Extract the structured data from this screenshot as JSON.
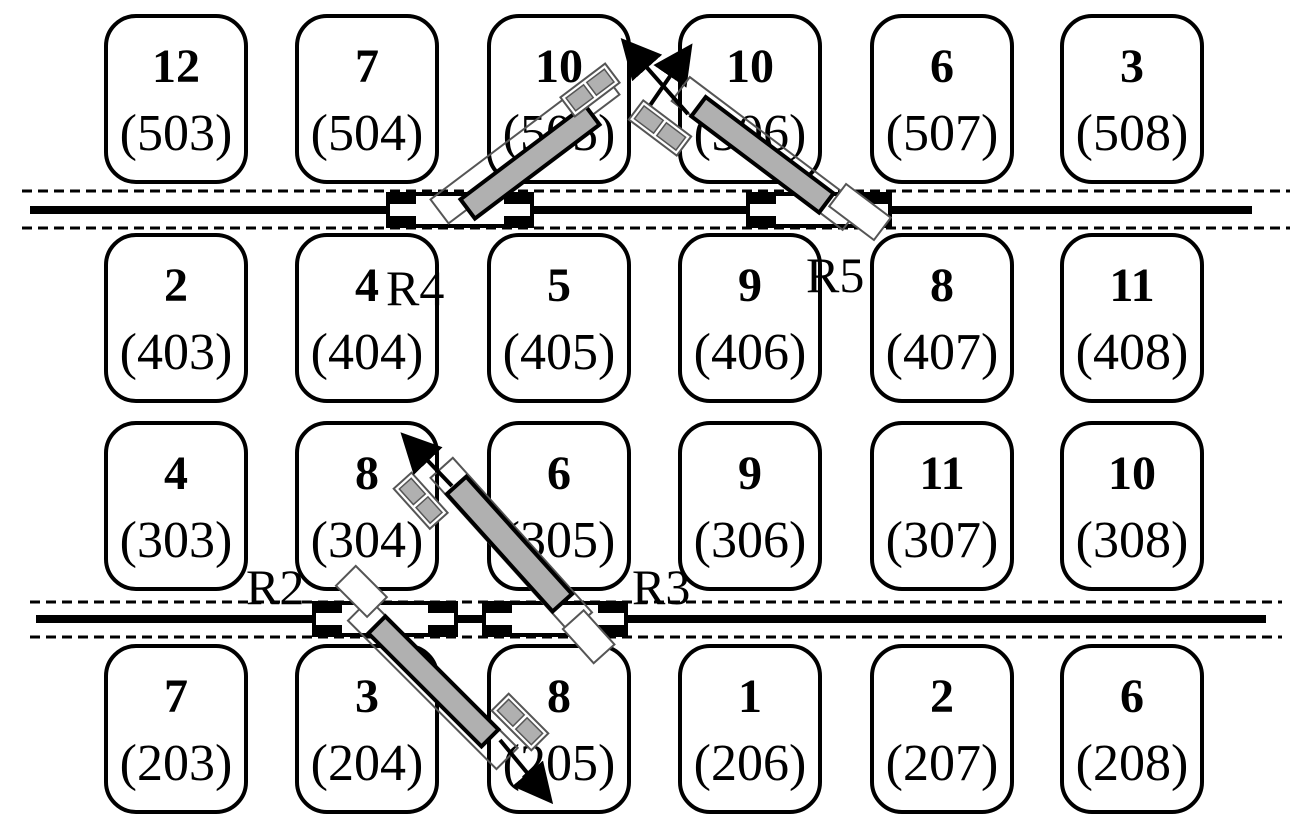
{
  "rows": [
    {
      "cells": [
        {
          "count": "12",
          "slot": "(503)"
        },
        {
          "count": "7",
          "slot": "(504)"
        },
        {
          "count": "10",
          "slot": "(505)"
        },
        {
          "count": "10",
          "slot": "(506)"
        },
        {
          "count": "6",
          "slot": "(507)"
        },
        {
          "count": "3",
          "slot": "(508)"
        }
      ]
    },
    {
      "cells": [
        {
          "count": "2",
          "slot": "(403)"
        },
        {
          "count": "4",
          "slot": "(404)"
        },
        {
          "count": "5",
          "slot": "(405)"
        },
        {
          "count": "9",
          "slot": "(406)"
        },
        {
          "count": "8",
          "slot": "(407)"
        },
        {
          "count": "11",
          "slot": "(408)"
        }
      ]
    },
    {
      "cells": [
        {
          "count": "4",
          "slot": "(303)"
        },
        {
          "count": "8",
          "slot": "(304)"
        },
        {
          "count": "6",
          "slot": "(305)"
        },
        {
          "count": "9",
          "slot": "(306)"
        },
        {
          "count": "11",
          "slot": "(307)"
        },
        {
          "count": "10",
          "slot": "(308)"
        }
      ]
    },
    {
      "cells": [
        {
          "count": "7",
          "slot": "(203)"
        },
        {
          "count": "3",
          "slot": "(204)"
        },
        {
          "count": "8",
          "slot": "(205)"
        },
        {
          "count": "1",
          "slot": "(206)"
        },
        {
          "count": "2",
          "slot": "(207)"
        },
        {
          "count": "6",
          "slot": "(208)"
        }
      ]
    }
  ],
  "robots": {
    "r2": "R2",
    "r3": "R3",
    "r4": "R4",
    "r5": "R5"
  }
}
